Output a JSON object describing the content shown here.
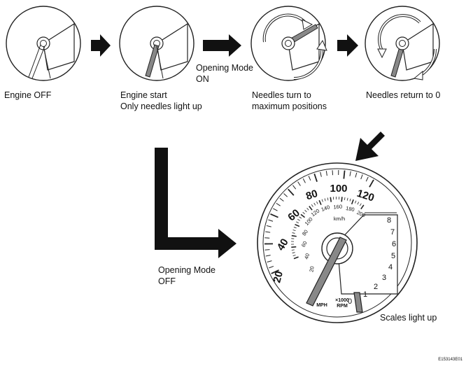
{
  "steps": [
    {
      "caption_1": "Engine OFF",
      "caption_2": ""
    },
    {
      "caption_1": "Engine start",
      "caption_2": "Only needles light up"
    },
    {
      "caption_1": "Needles turn to",
      "caption_2": "maximum positions"
    },
    {
      "caption_1": "Needles return to 0",
      "caption_2": ""
    }
  ],
  "opening_mode_on": {
    "line_1": "Opening Mode",
    "line_2": "ON"
  },
  "opening_mode_off": {
    "line_1": "Opening Mode",
    "line_2": "OFF"
  },
  "final_gauge": {
    "caption": "Scales light up",
    "mph_scale": [
      "20",
      "40",
      "60",
      "80",
      "100",
      "120"
    ],
    "kmh_scale": [
      "20",
      "40",
      "60",
      "80",
      "100",
      "120",
      "140",
      "160",
      "180",
      "200"
    ],
    "kmh_unit": "km/h",
    "tach_scale": [
      "0",
      "1",
      "2",
      "3",
      "4",
      "5",
      "6",
      "7",
      "8"
    ],
    "mph_unit": "MPH",
    "rpm_multiplier": "×1000",
    "rpm_unit": "RPM"
  },
  "figure_code": "E153143E01"
}
